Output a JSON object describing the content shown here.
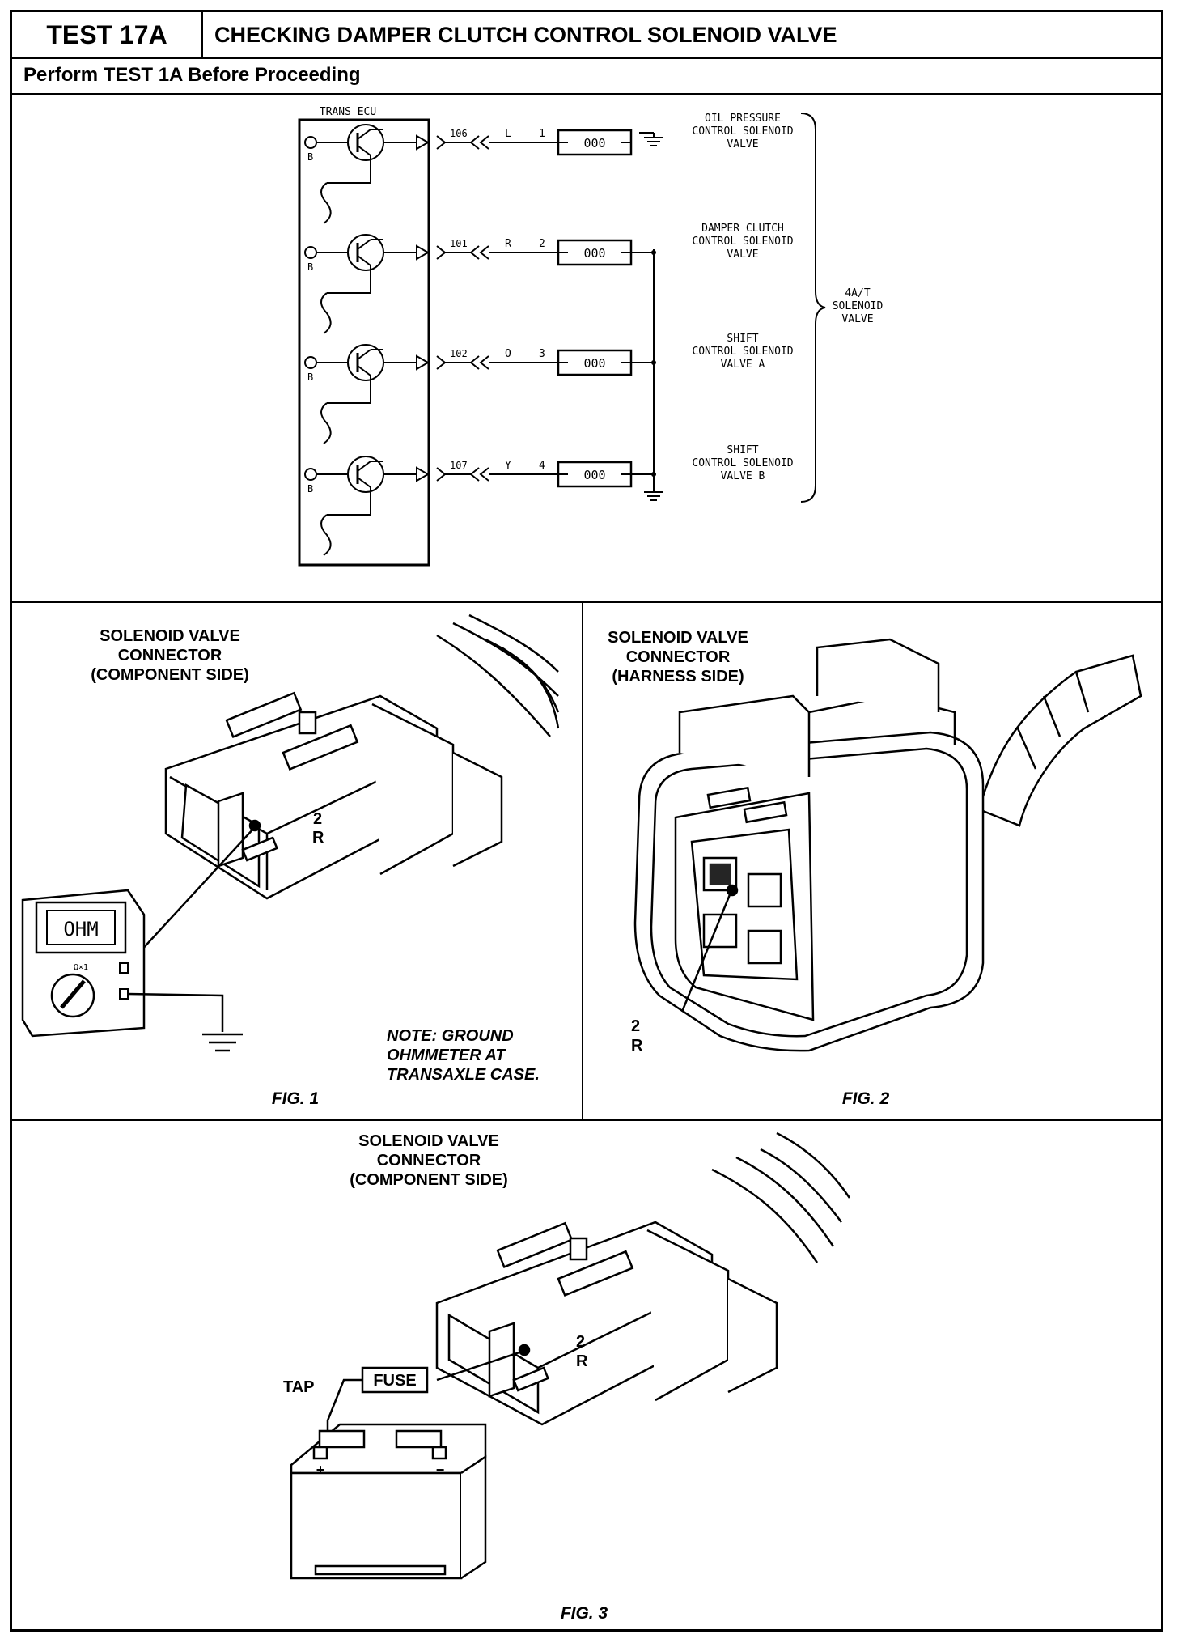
{
  "header": {
    "test_number": "TEST 17A",
    "title": "CHECKING DAMPER CLUTCH CONTROL SOLENOID VALVE",
    "subtitle": "Perform TEST 1A Before Proceeding"
  },
  "schematic": {
    "ecu_label": "TRANS ECU",
    "rows": [
      {
        "b": "B",
        "pin": "106",
        "color": "L",
        "terminal": "1",
        "name_lines": [
          "OIL PRESSURE",
          "CONTROL SOLENOID",
          "VALVE"
        ],
        "coil": "000"
      },
      {
        "b": "B",
        "pin": "101",
        "color": "R",
        "terminal": "2",
        "name_lines": [
          "DAMPER CLUTCH",
          "CONTROL SOLENOID",
          "VALVE"
        ],
        "coil": "000"
      },
      {
        "b": "B",
        "pin": "102",
        "color": "O",
        "terminal": "3",
        "name_lines": [
          "SHIFT",
          "CONTROL SOLENOID",
          "VALVE A"
        ],
        "coil": "000"
      },
      {
        "b": "B",
        "pin": "107",
        "color": "Y",
        "terminal": "4",
        "name_lines": [
          "SHIFT",
          "CONTROL SOLENOID",
          "VALVE B"
        ],
        "coil": "000"
      }
    ],
    "group_label_lines": [
      "4A/T",
      "SOLENOID",
      "VALVE"
    ]
  },
  "fig1": {
    "caption": "FIG. 1",
    "title_lines": [
      "SOLENOID VALVE",
      "CONNECTOR",
      "(COMPONENT SIDE)"
    ],
    "pin_label": "2",
    "wire_label": "R",
    "meter_display": "OHM",
    "meter_range": "Ω×1",
    "note_lines": [
      "NOTE:  GROUND",
      "OHMMETER AT",
      "TRANSAXLE CASE."
    ]
  },
  "fig2": {
    "caption": "FIG. 2",
    "title_lines": [
      "SOLENOID VALVE",
      "CONNECTOR",
      "(HARNESS SIDE)"
    ],
    "pin_label": "2",
    "wire_label": "R"
  },
  "fig3": {
    "caption": "FIG. 3",
    "title_lines": [
      "SOLENOID VALVE",
      "CONNECTOR",
      "(COMPONENT SIDE)"
    ],
    "pin_label": "2",
    "wire_label": "R",
    "tap_label": "TAP",
    "fuse_label": "FUSE",
    "battery_plus": "+",
    "battery_minus": "−"
  }
}
